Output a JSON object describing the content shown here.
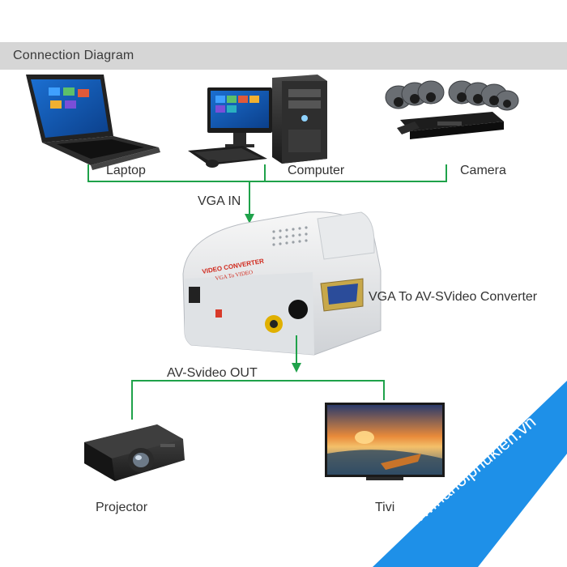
{
  "header": {
    "title": "Connection Diagram"
  },
  "sources": [
    {
      "label": "Laptop"
    },
    {
      "label": "Computer"
    },
    {
      "label": "Camera"
    }
  ],
  "signals": {
    "input": "VGA IN",
    "output": "AV-Svideo OUT"
  },
  "converter": {
    "label": "VGA To AV-SVideo Converter",
    "top_text": "VIDEO CONVERTER",
    "sub_text": "VGA To VIDEO"
  },
  "outputs": [
    {
      "label": "Projector"
    },
    {
      "label": "Tivi"
    }
  ],
  "watermark": "www.hanoiphukien.vn",
  "colors": {
    "connector_line": "#1fa24a",
    "header_bg": "#d6d6d6",
    "watermark_bg": "#1e90e8"
  }
}
